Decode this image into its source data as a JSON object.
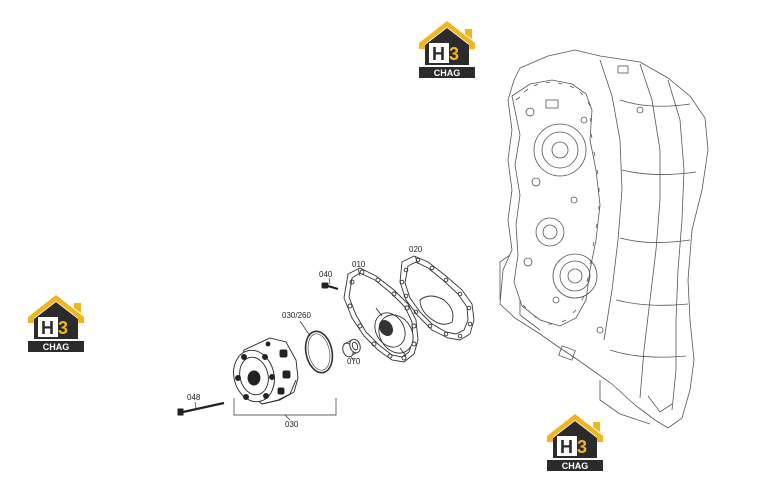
{
  "part_labels": {
    "p010": "010",
    "p020": "020",
    "p030": "030",
    "p030_260": "030/260",
    "p040": "040",
    "p048": "048",
    "p070": "070"
  },
  "watermark": {
    "letters": "H3",
    "caption": "CHAG",
    "colors": {
      "gold": "#f2b51b",
      "dark": "#2b2b2b",
      "white": "#ffffff"
    }
  },
  "colors": {
    "line": "#333333",
    "light_line": "#8a8a8a"
  }
}
